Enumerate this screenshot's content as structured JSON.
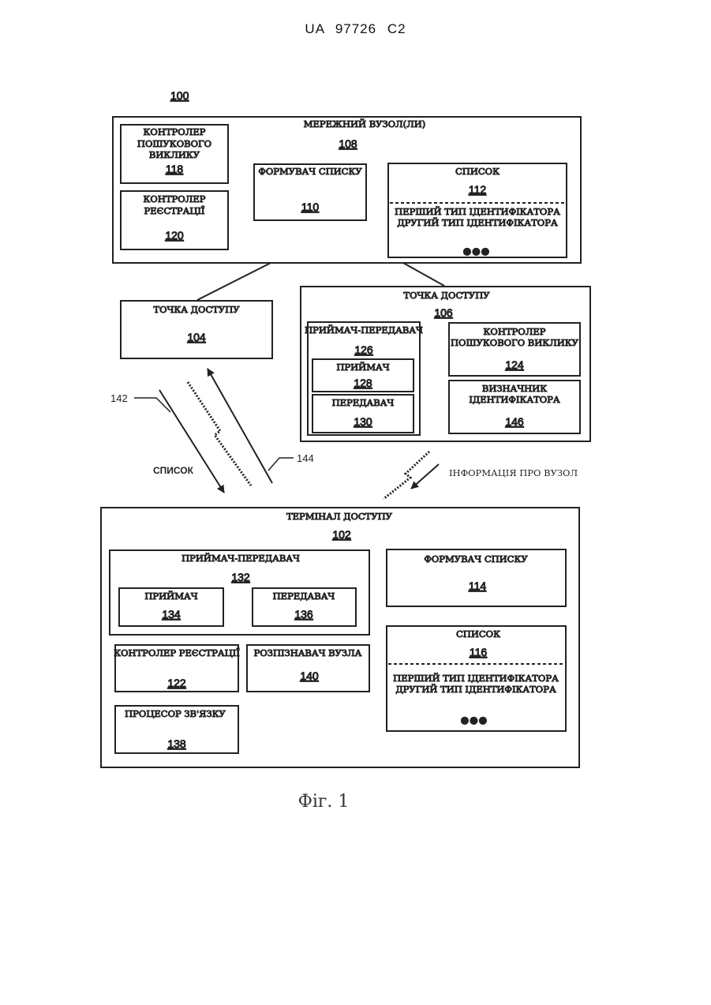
{
  "header": {
    "text": "UA   97726   C2"
  },
  "figure": {
    "caption": "Фіг. 1",
    "system_ref": "100",
    "network_node": {
      "title": "МЕРЕЖНИЙ ВУЗОЛ(ЛИ)",
      "ref": "108",
      "paging_controller": {
        "lines": [
          "КОНТРОЛЕР",
          "ПОШУКОВОГО",
          "ВИКЛИКУ"
        ],
        "ref": "118"
      },
      "registration_controller": {
        "lines": [
          "КОНТРОЛЕР",
          "РЕЄСТРАЦІЇ"
        ],
        "ref": "120"
      },
      "list_former": {
        "label": "ФОРМУВАЧ СПИСКУ",
        "ref": "110"
      },
      "list": {
        "label": "СПИСОК",
        "ref": "112",
        "line1": "ПЕРШИЙ ТИП ІДЕНТИФІКАТОРА",
        "line2": "ДРУГИЙ ТИП ІДЕНТИФІКАТОРА",
        "ellipsis": "●●●"
      }
    },
    "access_point_104": {
      "label": "ТОЧКА ДОСТУПУ",
      "ref": "104"
    },
    "access_point_106": {
      "title": "ТОЧКА ДОСТУПУ",
      "ref": "106",
      "transceiver": {
        "label": "ПРИЙМАЧ-ПЕРЕДАВАЧ",
        "ref": "126"
      },
      "receiver": {
        "label": "ПРИЙМАЧ",
        "ref": "128"
      },
      "transmitter": {
        "label": "ПЕРЕДАВАЧ",
        "ref": "130"
      },
      "paging_controller": {
        "lines": [
          "КОНТРОЛЕР",
          "ПОШУКОВОГО ВИКЛИКУ"
        ],
        "ref": "124"
      },
      "identifier_determiner": {
        "lines": [
          "ВИЗНАЧНИК",
          "ІДЕНТИФІКАТОРА"
        ],
        "ref": "146"
      }
    },
    "links": {
      "ref_142": "142",
      "ref_144": "144",
      "list_label": "СПИСОК",
      "node_info_label": "ІНФОРМАЦІЯ ПРО ВУЗОЛ"
    },
    "access_terminal": {
      "title": "ТЕРМІНАЛ ДОСТУПУ",
      "ref": "102",
      "transceiver": {
        "label": "ПРИЙМАЧ-ПЕРЕДАВАЧ",
        "ref": "132"
      },
      "receiver": {
        "label": "ПРИЙМАЧ",
        "ref": "134"
      },
      "transmitter": {
        "label": "ПЕРЕДАВАЧ",
        "ref": "136"
      },
      "registration_controller": {
        "label": "КОНТРОЛЕР РЕЄСТРАЦІЇ",
        "ref": "122"
      },
      "node_recognizer": {
        "label": "РОЗПІЗНАВАЧ ВУЗЛА",
        "ref": "140"
      },
      "comm_processor": {
        "label": "ПРОЦЕСОР ЗВ'ЯЗКУ",
        "ref": "138"
      },
      "list_former": {
        "label": "ФОРМУВАЧ СПИСКУ",
        "ref": "114"
      },
      "list": {
        "label": "СПИСОК",
        "ref": "116",
        "line1": "ПЕРШИЙ ТИП ІДЕНТИФІКАТОРА",
        "line2": "ДРУГИЙ ТИП ІДЕНТИФІКАТОРА",
        "ellipsis": "●●●"
      }
    }
  }
}
